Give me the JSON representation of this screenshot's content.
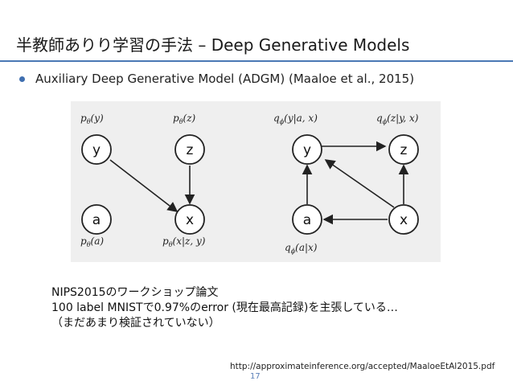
{
  "slide": {
    "title": "半教師ありり学習の手法 – Deep Generative Models",
    "bullet": "Auxiliary Deep Generative Model (ADGM) (Maaloe et al., 2015)",
    "page_number": "17"
  },
  "figure": {
    "left_model": {
      "nodes": [
        "y",
        "z",
        "a",
        "x"
      ],
      "labels": {
        "y": "p_θ(y)",
        "z": "p_θ(z)",
        "a": "p_θ(a)",
        "x": "p_θ(x|z, y)"
      }
    },
    "right_model": {
      "nodes": [
        "y",
        "z",
        "a",
        "x"
      ],
      "labels": {
        "y": "q_ϕ(y|a, x)",
        "z": "q_ϕ(z|y, x)",
        "a": "q_ϕ(a|x)"
      }
    }
  },
  "note": {
    "line1": "NIPS2015のワークショップ論文",
    "line2": "100 label MNISTで0.97%のerror (現在最高記録)を主張している…",
    "line3": "（まだあまり検証されていない）"
  },
  "source": "http://approximateinference.org/accepted/MaaloeEtAl2015.pdf",
  "colors": {
    "accent": "#4a78b5",
    "bullet": "#3f6fb0",
    "page_number": "#5a7fb8",
    "figure_background": "#efefef"
  }
}
